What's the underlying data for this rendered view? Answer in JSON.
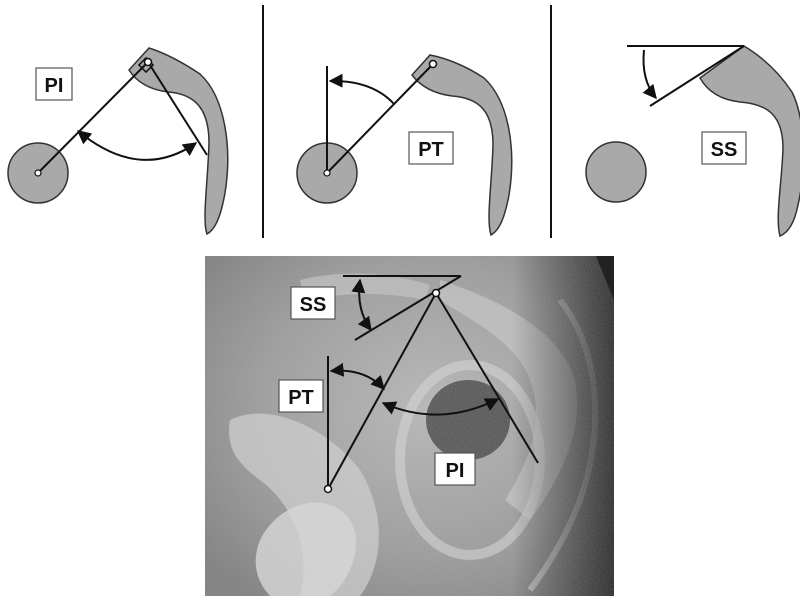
{
  "panels": [
    {
      "label": "PI"
    },
    {
      "label": "PT"
    },
    {
      "label": "SS"
    }
  ],
  "radiograph": {
    "labels": {
      "ss": "SS",
      "pt": "PT",
      "pi": "PI"
    }
  },
  "colors": {
    "bone_fill": "#a9a9a9",
    "line": "#111111",
    "label_bg": "#ffffff"
  }
}
